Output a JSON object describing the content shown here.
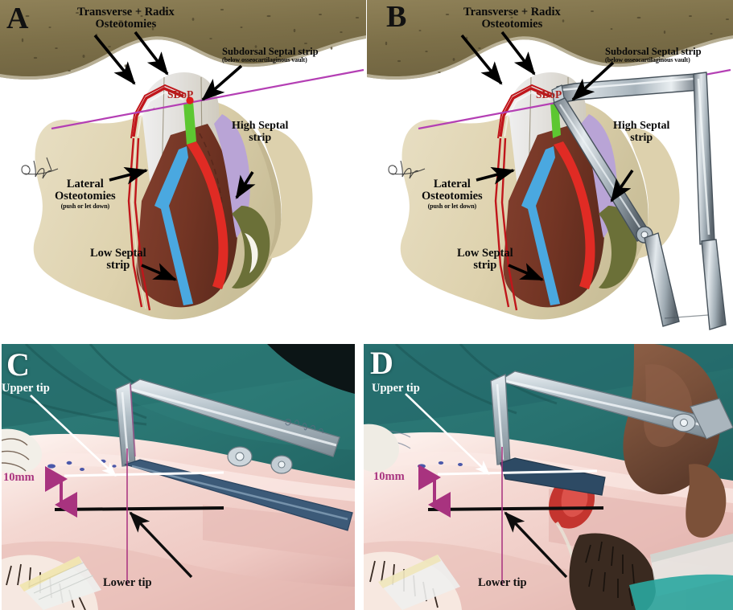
{
  "figure": {
    "kind": "surgical-anatomy-figure",
    "panel_count": 4
  },
  "panels": [
    {
      "id": "A",
      "letter": "A",
      "type": "illustration",
      "description": "3D osseocartilaginous nasal vault illustration showing osteotomy lines and septal strips",
      "letter_color": "#111111",
      "labels": [
        {
          "name": "transverse-radix-osteotomies",
          "text": "Transverse + Radix",
          "text2": "Osteotomies",
          "sub": ""
        },
        {
          "name": "subdorsal-septal-strip",
          "text": "Subdorsal Septal strip",
          "sub": "(below  osseocartilaginous vault)"
        },
        {
          "name": "sdop-marker",
          "text": "SDoP"
        },
        {
          "name": "high-septal-strip",
          "text": "High Septal",
          "text2": "strip"
        },
        {
          "name": "lateral-osteotomies",
          "text": "Lateral",
          "text2": "Osteotomies",
          "sub": "(push or let down)"
        },
        {
          "name": "low-septal-strip",
          "text": "Low Septal",
          "text2": "strip"
        }
      ],
      "colors": {
        "subdorsal_strip": "#5dc731",
        "high_septal_strip": "#e02b24",
        "low_septal_strip": "#4aa8e0",
        "osteotomy_line": "#c0161b",
        "dorsal_plane_line": "#b43fb4",
        "sdop_dot": "#e01b1b",
        "cartilage_brown": "#7a3a2c",
        "lateral_cartilage_purple": "#b9a4d6",
        "lower_lateral_olive": "#6b7038",
        "bone_light": "#ded3b4",
        "bone_dark": "#8a7c56"
      }
    },
    {
      "id": "B",
      "letter": "B",
      "type": "illustration",
      "description": "Same nasal vault illustration with subdorsal measuring caliper/scissor instrument inserted",
      "letter_color": "#111111",
      "labels": [
        {
          "name": "transverse-radix-osteotomies",
          "text": "Transverse + Radix",
          "text2": "Osteotomies",
          "sub": ""
        },
        {
          "name": "subdorsal-septal-strip",
          "text": "Subdorsal Septal strip",
          "sub": "(below  osseocartilaginous vault)"
        },
        {
          "name": "sdop-marker",
          "text": "SDoP"
        },
        {
          "name": "high-septal-strip",
          "text": "High Septal",
          "text2": "strip"
        },
        {
          "name": "lateral-osteotomies",
          "text": "Lateral",
          "text2": "Osteotomies",
          "sub": "(push or let down)"
        },
        {
          "name": "low-septal-strip",
          "text": "Low Septal",
          "text2": "strip"
        }
      ],
      "instrument": {
        "name": "subdorsal-caliper-instrument",
        "color": "#9aa6ae"
      }
    },
    {
      "id": "C",
      "letter": "C",
      "type": "intraoperative-photo",
      "description": "Intraoperative lateral view of nose with angled caliper measuring subdorsal height",
      "letter_color": "#ffffff",
      "labels": [
        {
          "name": "upper-tip-label",
          "text": "Upper tip",
          "color": "#ffffff"
        },
        {
          "name": "measurement-label",
          "text": "10mm",
          "color": "#a8337f"
        },
        {
          "name": "lower-tip-label",
          "text": "Lower tip",
          "color": "#101010"
        }
      ],
      "measurement": {
        "value": "10mm",
        "numeric": 10,
        "unit": "mm"
      }
    },
    {
      "id": "D",
      "letter": "D",
      "type": "intraoperative-photo",
      "description": "Second intraoperative lateral view with caliper and surgeon's hand, same 10mm subdorsal measurement",
      "letter_color": "#ffffff",
      "labels": [
        {
          "name": "upper-tip-label",
          "text": "Upper tip",
          "color": "#ffffff"
        },
        {
          "name": "measurement-label",
          "text": "10mm",
          "color": "#a8337f"
        },
        {
          "name": "lower-tip-label",
          "text": "Lower tip",
          "color": "#101010"
        }
      ],
      "measurement": {
        "value": "10mm",
        "numeric": 10,
        "unit": "mm"
      }
    }
  ],
  "photo_palette": {
    "drape_teal": "#2d7a77",
    "drape_teal_dark": "#1d5e5c",
    "skin_pink": "#f0cfc9",
    "skin_light": "#fbe9e3",
    "skin_shadow": "#d9a8a2",
    "instrument_steel": "#b9c4cb",
    "hair_dark": "#2a1d16",
    "blood_red": "#b8242a"
  }
}
